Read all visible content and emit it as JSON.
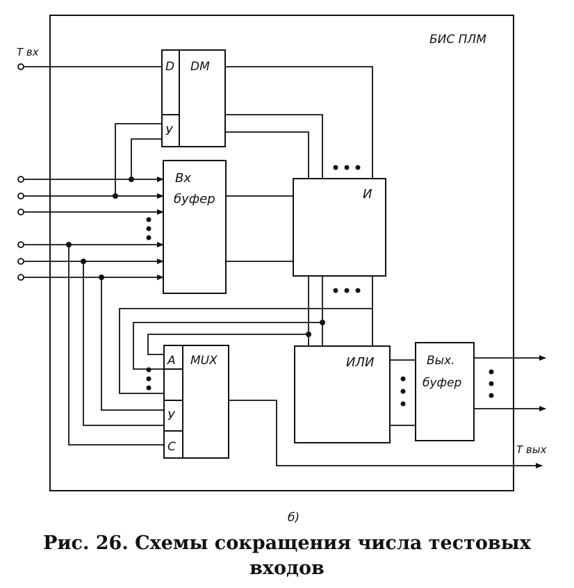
{
  "chip_label": "БИС ПЛМ",
  "inputs": {
    "t_in": "Т вх"
  },
  "outputs": {
    "t_out": "Т вых"
  },
  "blocks": {
    "dm": {
      "title": "DМ",
      "port_d": "D",
      "port_y": "У"
    },
    "in_buffer": {
      "line1": "Вх",
      "line2": "буфер"
    },
    "and_matrix": {
      "title": "И"
    },
    "or_matrix": {
      "title": "ИЛИ"
    },
    "out_buffer": {
      "line1": "Вых.",
      "line2": "буфер"
    },
    "mux": {
      "title": "МUХ",
      "port_a": "А",
      "port_y": "У",
      "port_c": "С"
    }
  },
  "subfigure_label": "б)",
  "caption": {
    "line1": "Рис. 26. Схемы сокращения числа тестовых",
    "line2": "входов"
  }
}
